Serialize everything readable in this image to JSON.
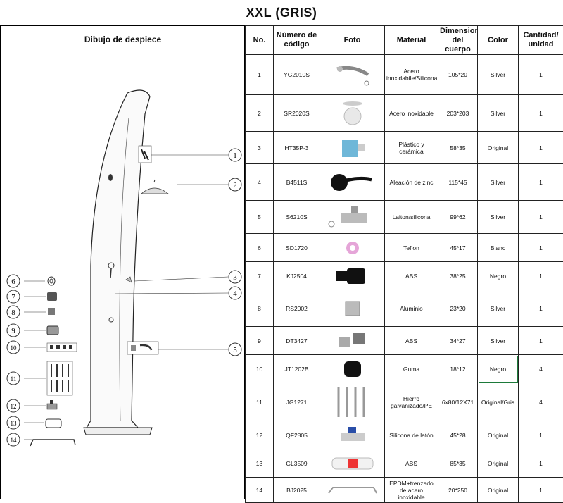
{
  "title": "XXL  (GRIS)",
  "drawing_header": "Dibujo de despiece",
  "headers": {
    "no": "No.",
    "code": "Número de código",
    "photo": "Foto",
    "material": "Material",
    "dimensions": "Dimensiones del cuerpo",
    "color": "Color",
    "quantity": "Cantidad/ unidad"
  },
  "callouts": [
    "1",
    "2",
    "3",
    "4",
    "5",
    "6",
    "7",
    "8",
    "9",
    "10",
    "11",
    "12",
    "13",
    "14"
  ],
  "rows": [
    {
      "no": "1",
      "code": "YG2010S",
      "material": "Acero inoxidabile/Silicona",
      "dim": "105*20",
      "color": "Silver",
      "qty": "1",
      "photo": "shower-arm-icon"
    },
    {
      "no": "2",
      "code": "SR2020S",
      "material": "Acero inoxidable",
      "dim": "203*203",
      "color": "Silver",
      "qty": "1",
      "photo": "shower-head-icon"
    },
    {
      "no": "3",
      "code": "HT35P-3",
      "material": "Plástico y cerámica",
      "dim": "58*35",
      "color": "Original",
      "qty": "1",
      "photo": "cartridge-icon"
    },
    {
      "no": "4",
      "code": "B4511S",
      "material": "Aleación de zinc",
      "dim": "115*45",
      "color": "Silver",
      "qty": "1",
      "photo": "lever-handle-icon"
    },
    {
      "no": "5",
      "code": "S6210S",
      "material": "Laiton/silicona",
      "dim": "99*62",
      "color": "Silver",
      "qty": "1",
      "photo": "tap-spout-icon"
    },
    {
      "no": "6",
      "code": "SD1720",
      "material": "Teflon",
      "dim": "45*17",
      "color": "Blanc",
      "qty": "1",
      "photo": "teflon-ring-icon"
    },
    {
      "no": "7",
      "code": "KJ2504",
      "material": "ABS",
      "dim": "38*25",
      "color": "Negro",
      "qty": "1",
      "photo": "hose-connector-icon"
    },
    {
      "no": "8",
      "code": "RS2002",
      "material": "Aluminio",
      "dim": "23*20",
      "color": "Silver",
      "qty": "1",
      "photo": "threaded-fitting-icon"
    },
    {
      "no": "9",
      "code": "DT3427",
      "material": "ABS",
      "dim": "34*27",
      "color": "Silver",
      "qty": "1",
      "photo": "caps-icon"
    },
    {
      "no": "10",
      "code": "JT1202B",
      "material": "Guma",
      "dim": "18*12",
      "color": "Negro",
      "qty": "4",
      "photo": "rubber-foot-icon"
    },
    {
      "no": "11",
      "code": "JG1271",
      "material": "Hierro galvanizado/PE",
      "dim": "6x80/12X71",
      "color": "Original/Gris",
      "qty": "4",
      "photo": "anchor-bolts-icon"
    },
    {
      "no": "12",
      "code": "QF2805",
      "material": "Silicona de latón",
      "dim": "45*28",
      "color": "Original",
      "qty": "1",
      "photo": "valve-icon"
    },
    {
      "no": "13",
      "code": "GL3509",
      "material": "ABS",
      "dim": "85*35",
      "color": "Original",
      "qty": "1",
      "photo": "filter-icon"
    },
    {
      "no": "14",
      "code": "BJ2025",
      "material": "EPDM+trenzado de acero inoxidable",
      "dim": "20*250",
      "color": "Original",
      "qty": "1",
      "photo": "braided-hose-icon"
    }
  ]
}
